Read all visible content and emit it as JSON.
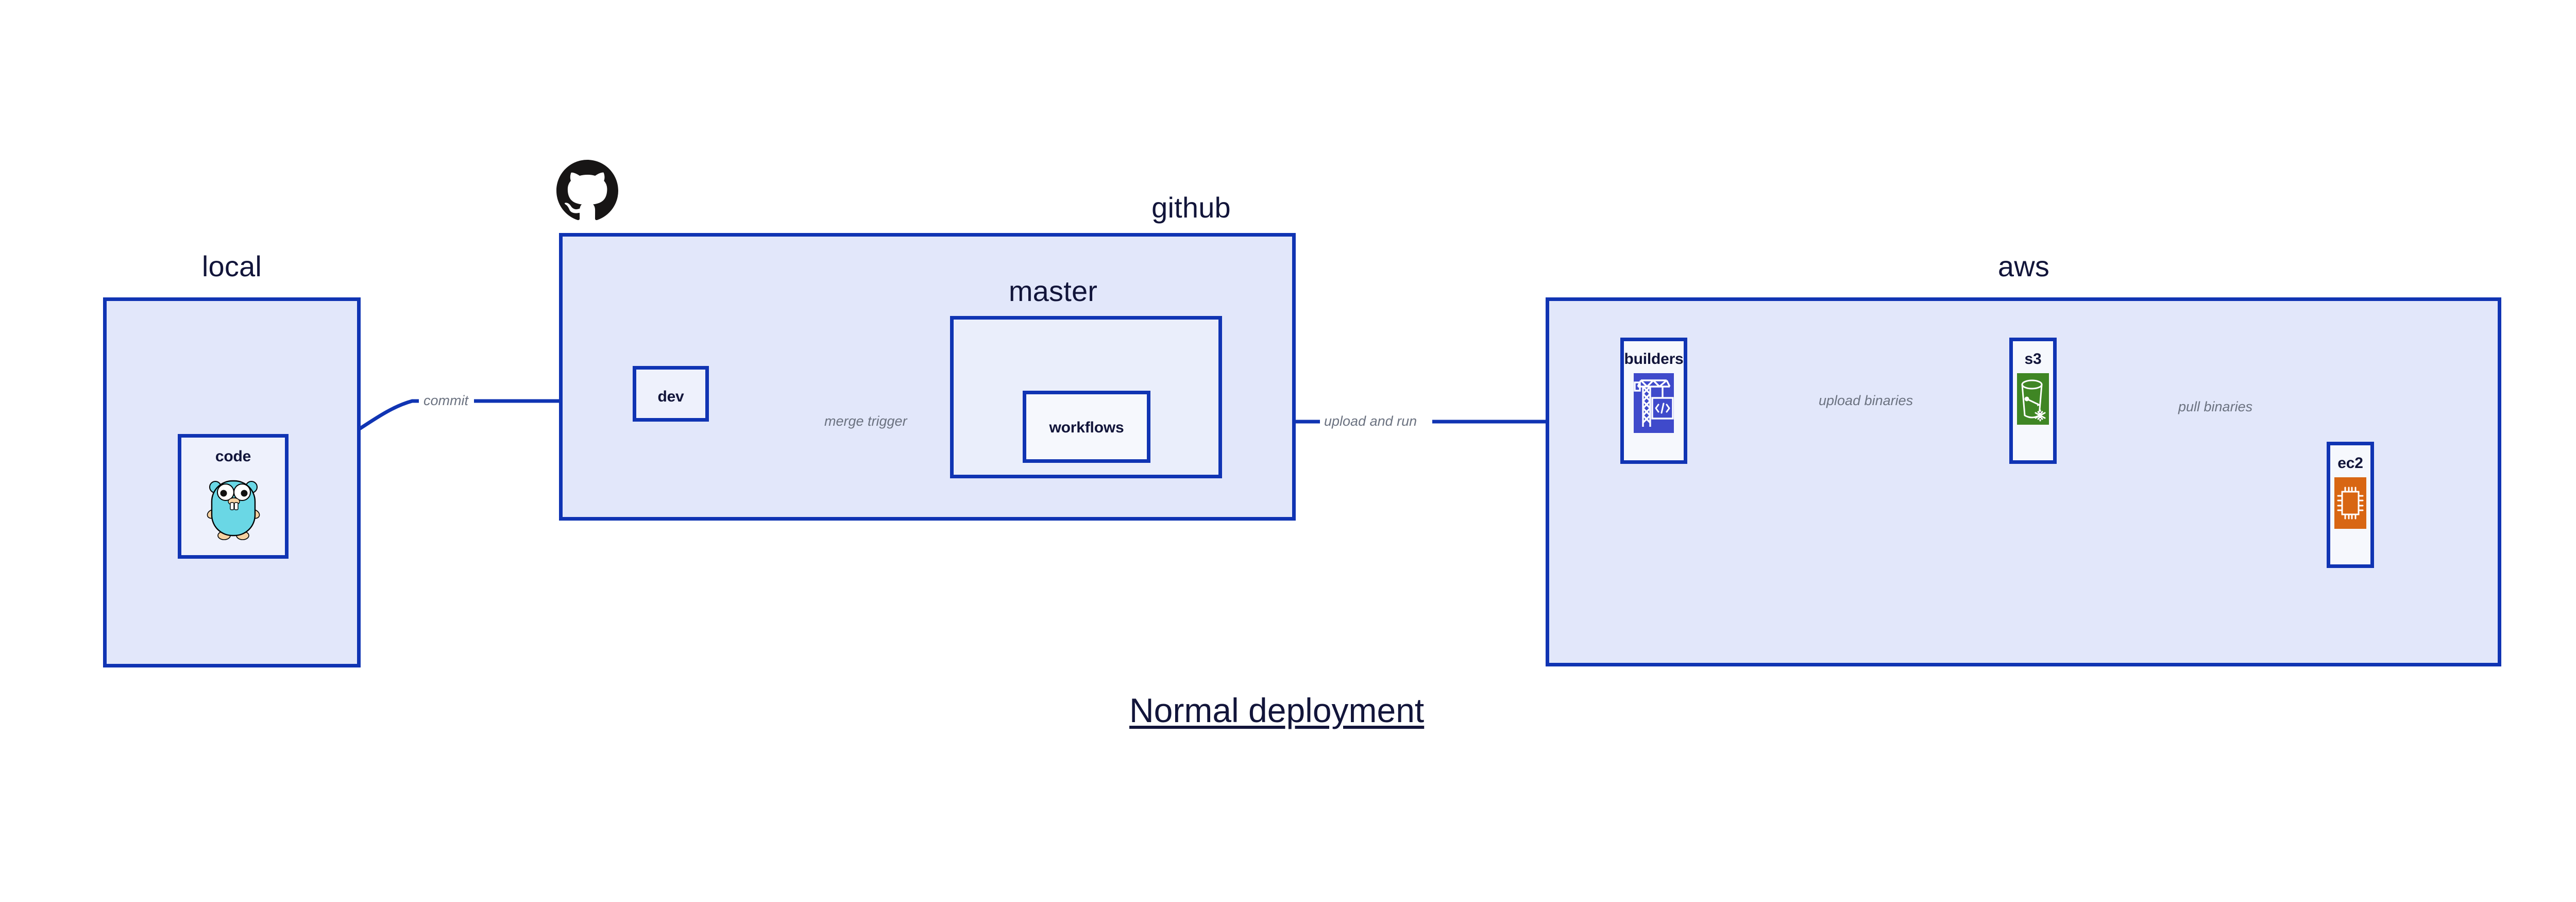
{
  "diagram": {
    "title": "Normal deployment",
    "groups": [
      {
        "id": "local",
        "label": "local"
      },
      {
        "id": "github",
        "label": "github"
      },
      {
        "id": "master",
        "label": "master"
      },
      {
        "id": "aws",
        "label": "aws"
      }
    ],
    "nodes": [
      {
        "id": "code",
        "label": "code",
        "icon": "go-gopher-icon"
      },
      {
        "id": "dev",
        "label": "dev",
        "icon": "none"
      },
      {
        "id": "workflows",
        "label": "workflows",
        "icon": "none"
      },
      {
        "id": "builders",
        "label": "builders",
        "icon": "aws-codebuild-crane-icon"
      },
      {
        "id": "s3",
        "label": "s3",
        "icon": "aws-s3-bucket-icon"
      },
      {
        "id": "ec2",
        "label": "ec2",
        "icon": "aws-ec2-chip-icon"
      }
    ],
    "edges": [
      {
        "id": "code-dev",
        "from": "code",
        "to": "dev",
        "label": "commit"
      },
      {
        "id": "dev-workflows",
        "from": "dev",
        "to": "workflows",
        "label": "merge trigger"
      },
      {
        "id": "workflows-builders",
        "from": "workflows",
        "to": "builders",
        "label": "upload and run"
      },
      {
        "id": "builders-s3",
        "from": "builders",
        "to": "s3",
        "label": "upload binaries"
      },
      {
        "id": "s3-ec2",
        "from": "s3",
        "to": "ec2",
        "label": "pull binaries"
      }
    ],
    "logos": [
      {
        "id": "github-octocat",
        "name": "github-octocat-icon"
      }
    ],
    "colors": {
      "group_fill": "#e2e7fa",
      "group_inner_fill": "#eaeefb",
      "node_fill": "#eef1fc",
      "node_light_fill": "#f6f8fd",
      "border": "#1034b3",
      "edge": "#1034b3",
      "edge_label": "#6b7280",
      "text": "#12153a",
      "gopher_body": "#6ad7e5",
      "codebuild": "#3f4acb",
      "s3_green": "#3f8624",
      "ec2_orange": "#d86613",
      "octocat_black": "#171515"
    }
  }
}
